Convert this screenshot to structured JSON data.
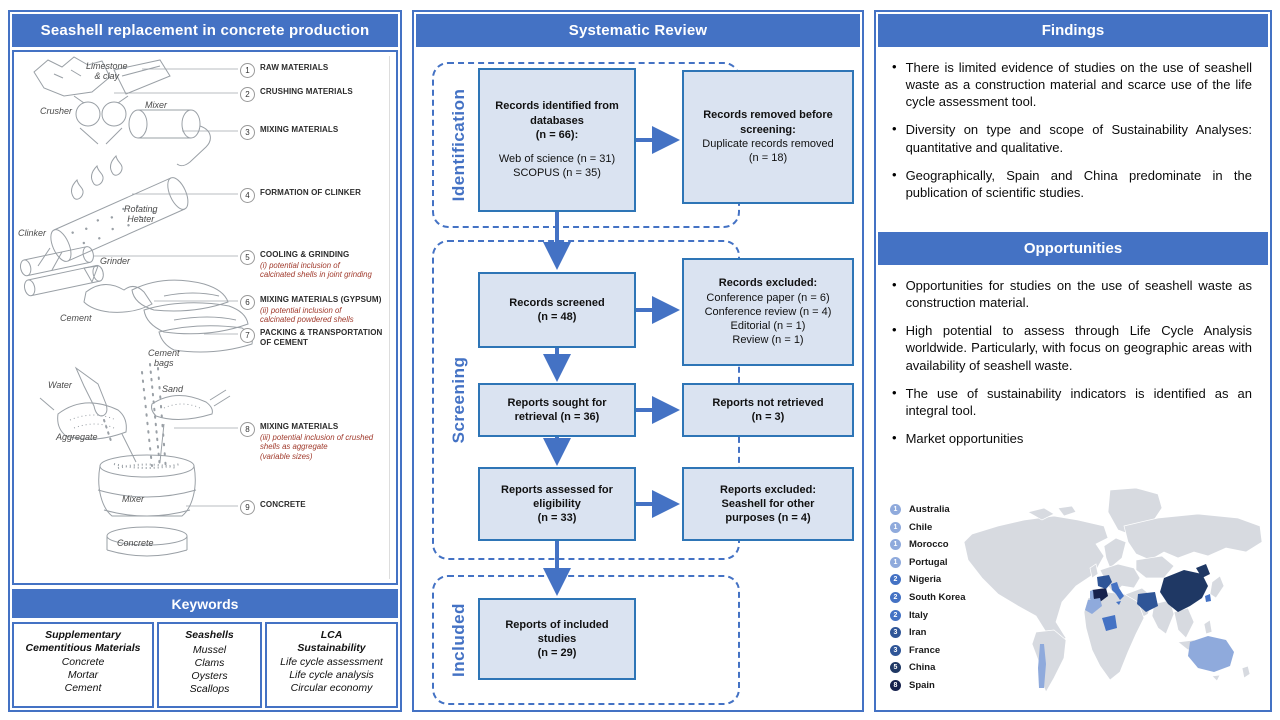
{
  "colors": {
    "accent_blue": "#4472C4",
    "flow_box_fill": "#DAE3F1",
    "flow_box_border": "#2E75B6",
    "note_red": "#A0392B",
    "map_gray": "#D7DAE0",
    "count_1": "#8FAADC",
    "count_2": "#4472C4",
    "count_3": "#2F5597",
    "count_5": "#1F3864",
    "count_8": "#17224D"
  },
  "left_panel": {
    "title": "Seashell replacement in concrete production",
    "diagram": {
      "labels": {
        "limestone": "Limestone\n& clay",
        "crusher": "Crusher",
        "mixer_top": "Mixer",
        "heater": "Rotating\nHeater",
        "clinker": "Clinker",
        "grinder": "Grinder",
        "cement": "Cement",
        "cement_bags": "Cement\nbags",
        "water": "Water",
        "sand": "Sand",
        "aggregate": "Aggregate",
        "mixer_bottom": "Mixer",
        "concrete": "Concrete"
      },
      "steps": [
        {
          "num": "1",
          "label": "RAW MATERIALS",
          "note": ""
        },
        {
          "num": "2",
          "label": "CRUSHING MATERIALS",
          "note": ""
        },
        {
          "num": "3",
          "label": "MIXING MATERIALS",
          "note": ""
        },
        {
          "num": "4",
          "label": "FORMATION OF CLINKER",
          "note": ""
        },
        {
          "num": "5",
          "label": "COOLING & GRINDING",
          "note": "(i) potential inclusion of\ncalcinated shells in joint grinding"
        },
        {
          "num": "6",
          "label": "MIXING MATERIALS (GYPSUM)",
          "note": "(ii) potential inclusion of\ncalcinated powdered shells"
        },
        {
          "num": "7",
          "label": "PACKING & TRANSPORTATION\nOF CEMENT",
          "note": ""
        },
        {
          "num": "8",
          "label": "MIXING MATERIALS",
          "note": "(iii) potential inclusion of crushed\nshells as aggregate\n(variable sizes)"
        },
        {
          "num": "9",
          "label": "CONCRETE",
          "note": ""
        }
      ]
    },
    "keywords": {
      "title": "Keywords",
      "groups": [
        {
          "header": "Supplementary\nCementitious Materials",
          "items": "Concrete\nMortar\nCement"
        },
        {
          "header": "Seashells",
          "items": "Mussel\nClams\nOysters\nScallops"
        },
        {
          "header": "LCA\nSustainability",
          "items": "Life cycle assessment\nLife cycle analysis\nCircular economy"
        }
      ]
    }
  },
  "middle_panel": {
    "title": "Systematic Review",
    "stages": {
      "identification": "Identification",
      "screening": "Screening",
      "included": "Included"
    },
    "boxes": {
      "identified_title": "Records identified from\ndatabases\n(n = 66):",
      "identified_body": "Web of science (n = 31)\nSCOPUS (n = 35)",
      "removed_title": "Records removed before\nscreening:",
      "removed_body": "Duplicate records removed\n(n = 18)",
      "screened": "Records screened\n(n = 48)",
      "excluded_title": "Records excluded:",
      "excluded_body": "Conference paper (n = 6)\nConference review (n = 4)\nEditorial (n = 1)\nReview (n = 1)",
      "sought": "Reports sought for\nretrieval (n = 36)",
      "not_retrieved": "Reports not retrieved\n(n = 3)",
      "assessed": "Reports assessed for\neligibility\n(n = 33)",
      "excluded_other": "Reports excluded:\nSeashell for other\npurposes (n = 4)",
      "included_studies": "Reports of included\nstudies\n(n = 29)"
    }
  },
  "right_panel": {
    "findings": {
      "title": "Findings",
      "bullets": [
        "There is limited evidence of studies on the use of seashell waste as a construction material and scarce use of the life cycle assessment tool.",
        "Diversity on type and scope of Sustainability Analyses: quantitative and qualitative.",
        "Geographically, Spain and China predominate in the publication of scientific studies."
      ]
    },
    "opportunities": {
      "title": "Opportunities",
      "bullets": [
        "Opportunities for studies on the use of seashell waste as construction material.",
        "High potential to assess through Life Cycle Analysis worldwide. Particularly, with focus on geographic areas with availability of seashell waste.",
        "The use of sustainability indicators is identified as an integral tool.",
        "Market opportunities"
      ]
    },
    "map_legend": [
      {
        "count": "1",
        "country": "Australia"
      },
      {
        "count": "1",
        "country": "Chile"
      },
      {
        "count": "1",
        "country": "Morocco"
      },
      {
        "count": "1",
        "country": "Portugal"
      },
      {
        "count": "2",
        "country": "Nigeria"
      },
      {
        "count": "2",
        "country": "South Korea"
      },
      {
        "count": "2",
        "country": "Italy"
      },
      {
        "count": "3",
        "country": "Iran"
      },
      {
        "count": "3",
        "country": "France"
      },
      {
        "count": "5",
        "country": "China"
      },
      {
        "count": "8",
        "country": "Spain"
      }
    ]
  }
}
